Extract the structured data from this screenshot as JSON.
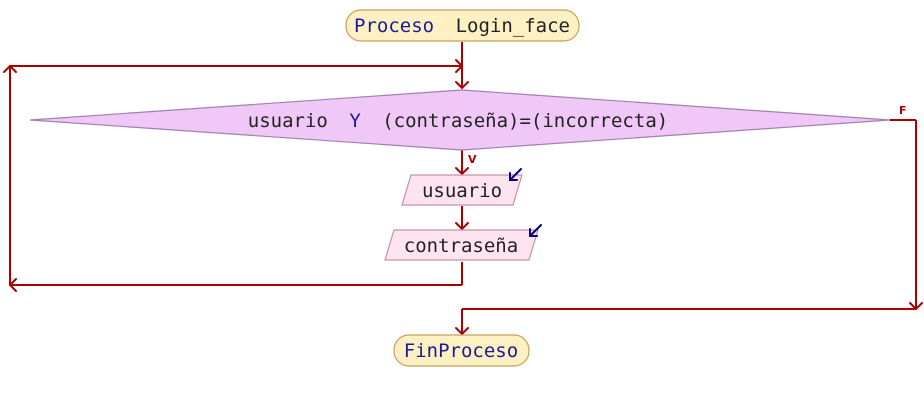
{
  "diagram": {
    "start": {
      "keyword": "Proceso",
      "name": "Login_face"
    },
    "decision": {
      "part1": "usuario",
      "operator": "Y",
      "part2": "(contraseña)=(incorrecta)"
    },
    "true_label": "V",
    "false_label": "F",
    "read_blocks": [
      {
        "text": "usuario"
      },
      {
        "text": "contraseña"
      }
    ],
    "end": {
      "text": "FinProceso"
    }
  },
  "colors": {
    "flow_line": "#aa0000",
    "terminator_fill": "#fdf1c4",
    "terminator_stroke": "#c8a05a",
    "decision_fill": "#f0c8f8",
    "decision_stroke": "#a080b0",
    "io_fill": "#fde4ef",
    "io_stroke": "#c890a8",
    "text_dark": "#222222",
    "text_keyword": "#1a1a9a",
    "input_arrow": "#000080"
  }
}
